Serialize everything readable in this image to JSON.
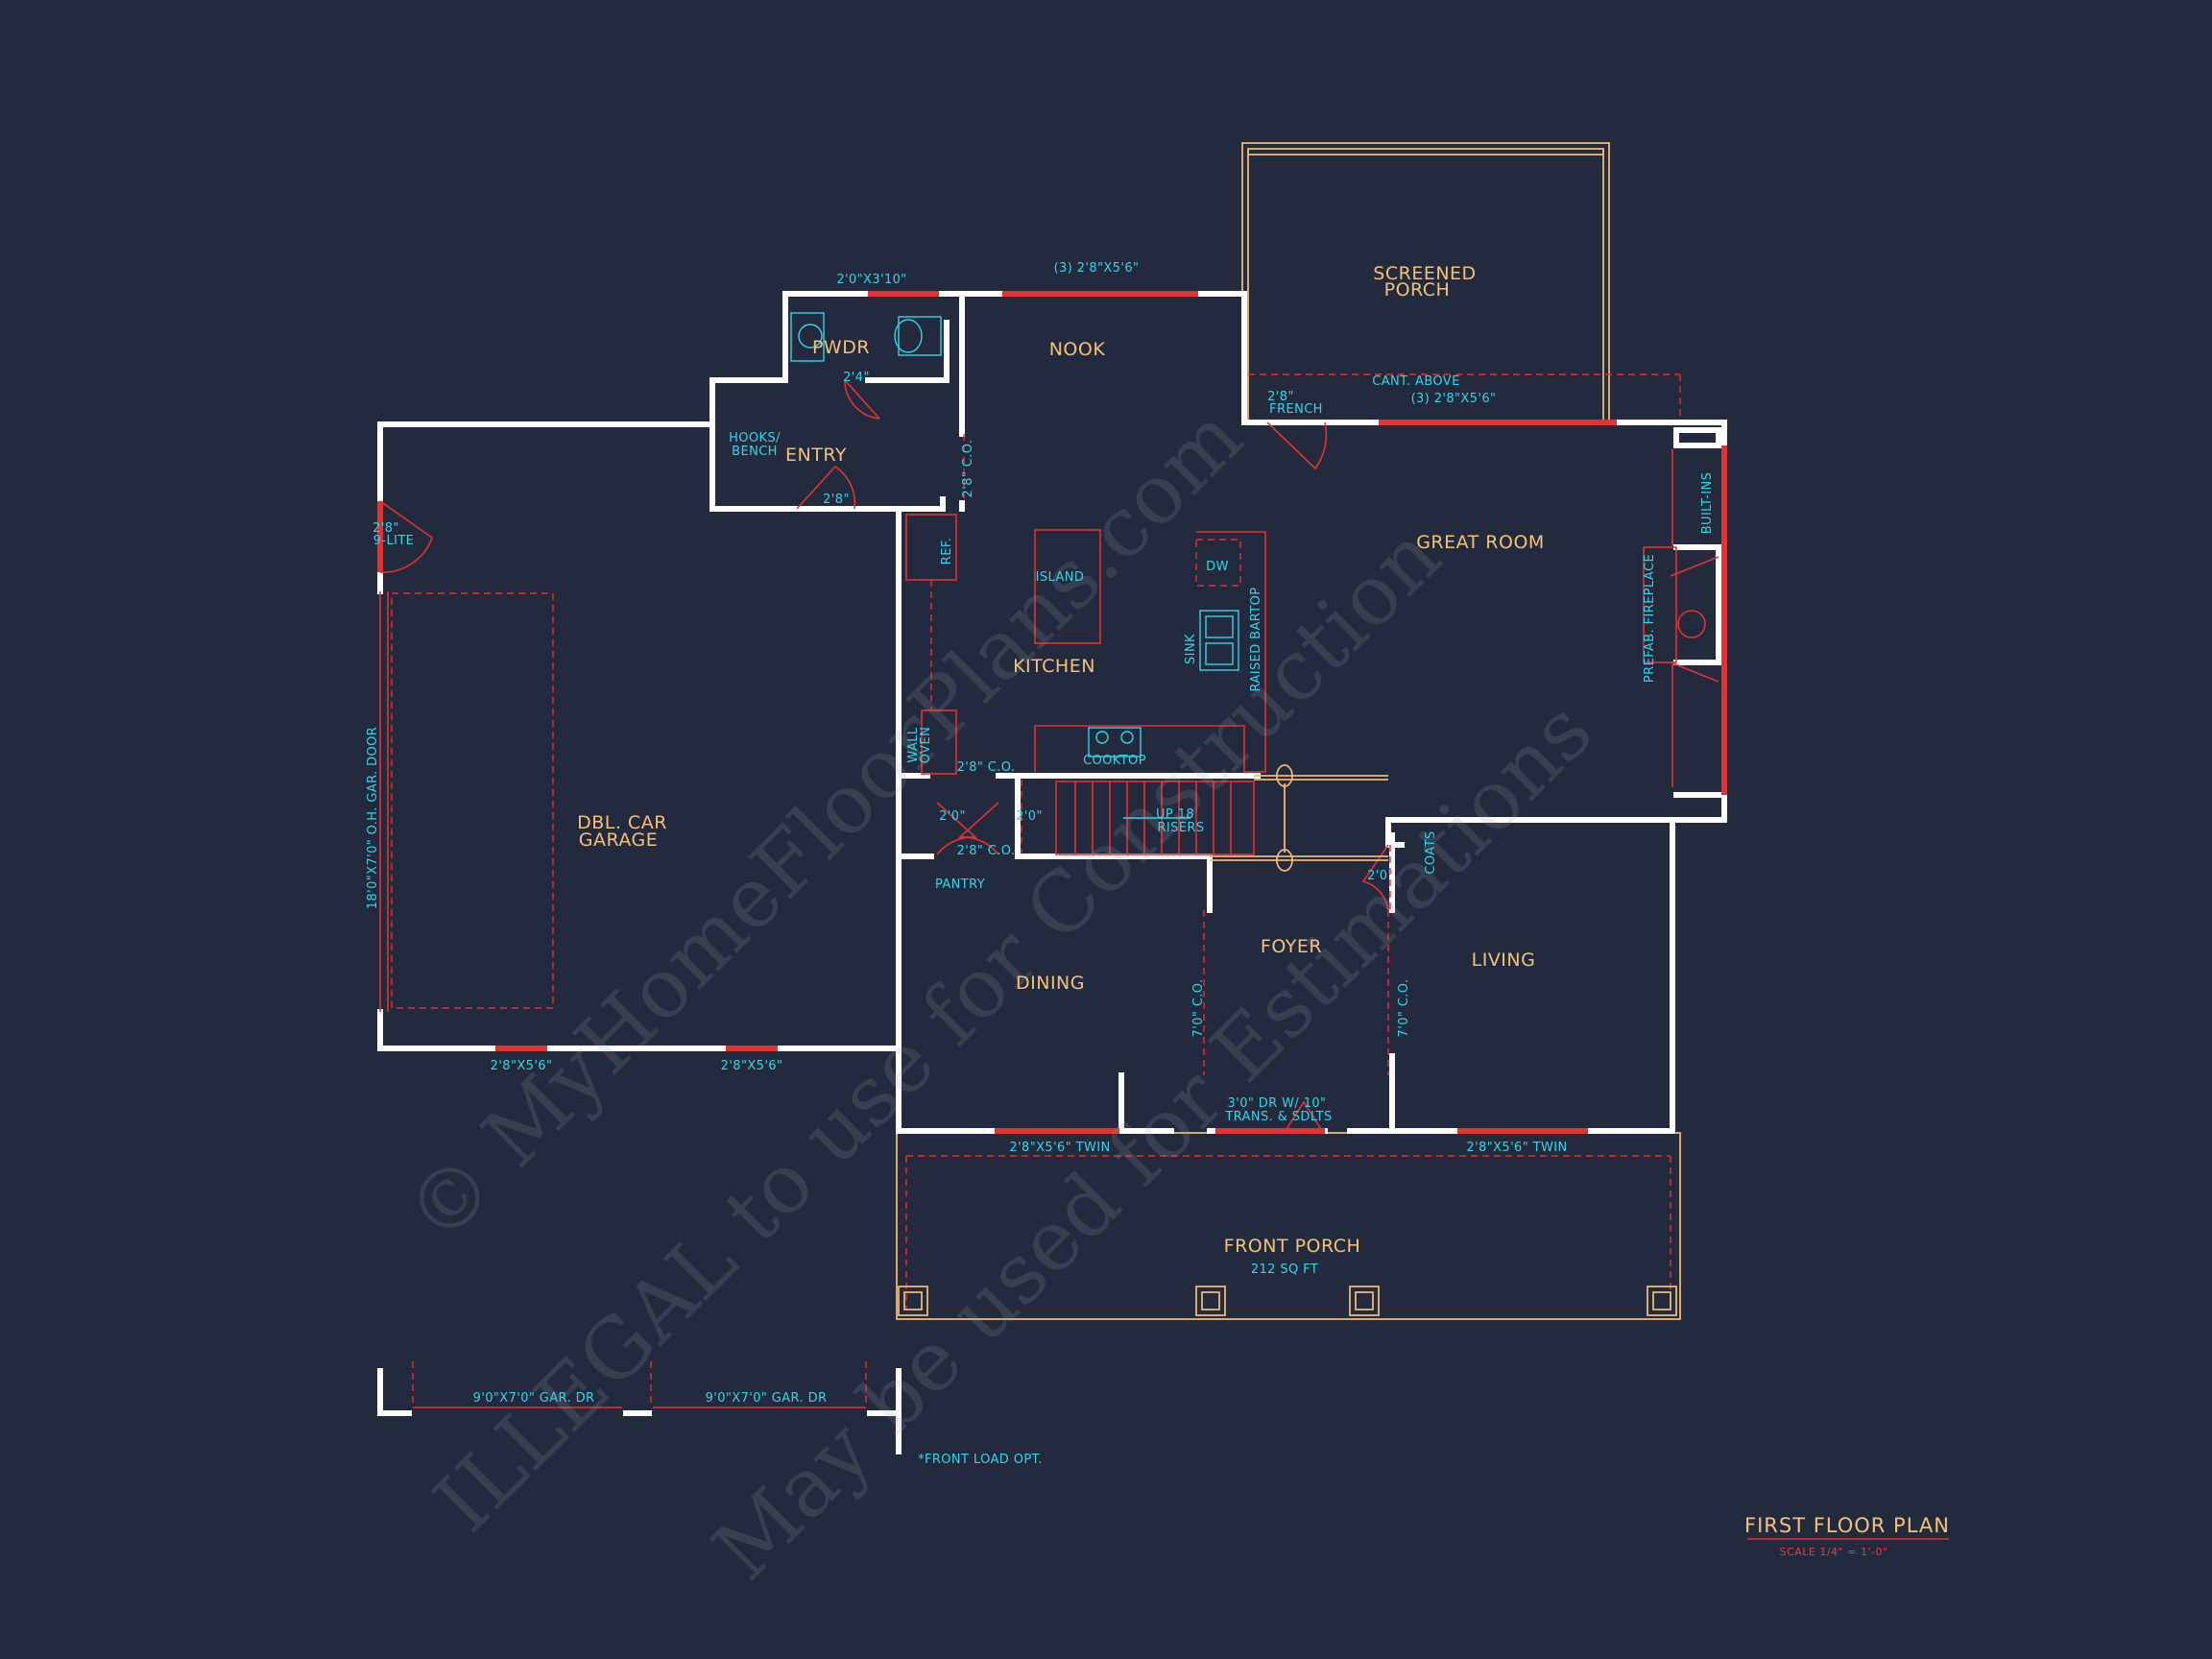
{
  "rooms": {
    "screened_porch": [
      "SCREENED",
      "PORCH"
    ],
    "nook": "NOOK",
    "pwdr": "PWDR",
    "entry": "ENTRY",
    "great_room": "GREAT ROOM",
    "kitchen": "KITCHEN",
    "garage": [
      "DBL. CAR",
      "GARAGE"
    ],
    "dining": "DINING",
    "foyer": "FOYER",
    "living": "LIVING",
    "front_porch": "FRONT PORCH"
  },
  "notes": {
    "pwdr_window": "2'0\"X3'10\"",
    "nook_windows": "(3) 2'8\"X5'6\"",
    "pwdr_door": "2'4\"",
    "hooks_bench": [
      "HOOKS/",
      "BENCH"
    ],
    "entry_door": "2'8\"",
    "entry_co": "2'8\" C.O.",
    "french_door": [
      "2'8\"",
      "FRENCH"
    ],
    "cant_above": "CANT. ABOVE",
    "great_windows": "(3) 2'8\"X5'6\"",
    "garage_door_side": [
      "2'8\"",
      "9-LITE"
    ],
    "built_ins": "BUILT-INS",
    "fireplace": "PREFAB. FIREPLACE",
    "ref": "REF.",
    "island": "ISLAND",
    "dw": "DW",
    "raised_bartop": "RAISED BARTOP",
    "sink": "SINK",
    "wall_oven": [
      "WALL",
      "OVEN"
    ],
    "cooktop": "COOKTOP",
    "co_upper": "2'8\" C.O.",
    "closet_a": "2'0\"",
    "closet_b": "2'0\"",
    "stairs": [
      "UP 18",
      "RISERS"
    ],
    "co_lower": "2'8\" C.O.",
    "coats": "COATS",
    "coats_door": "2'0\"",
    "pantry": "PANTRY",
    "oh_garage_door": "18'0\"X7'0\" O.H. GAR. DOOR",
    "dining_co": "7'0\" C.O.",
    "living_co": "7'0\" C.O.",
    "front_door": [
      "3'0\" DR W/ 10\"",
      "TRANS. & SDLTS"
    ],
    "garage_win_a": "2'8\"X5'6\"",
    "garage_win_b": "2'8\"X5'6\"",
    "twin_left": "2'8\"X5'6\" TWIN",
    "twin_right": "2'8\"X5'6\" TWIN",
    "porch_area": "212 SQ FT",
    "gar_dr_a": "9'0\"X7'0\" GAR. DR",
    "gar_dr_b": "9'0\"X7'0\" GAR. DR",
    "front_load": "*FRONT LOAD OPT."
  },
  "title": {
    "main": "FIRST FLOOR PLAN",
    "scale": "SCALE 1/4\" = 1'-0\""
  },
  "watermark": [
    "© MyHomeFloorPlans.com",
    "ILLEGAL to use for Construction",
    "May be used for Estimations"
  ],
  "colors": {
    "background": "#232a3d",
    "walls": "#ffffff",
    "room_labels": "#f2c27c",
    "notes": "#33d6e8",
    "openings": "#e23333"
  }
}
